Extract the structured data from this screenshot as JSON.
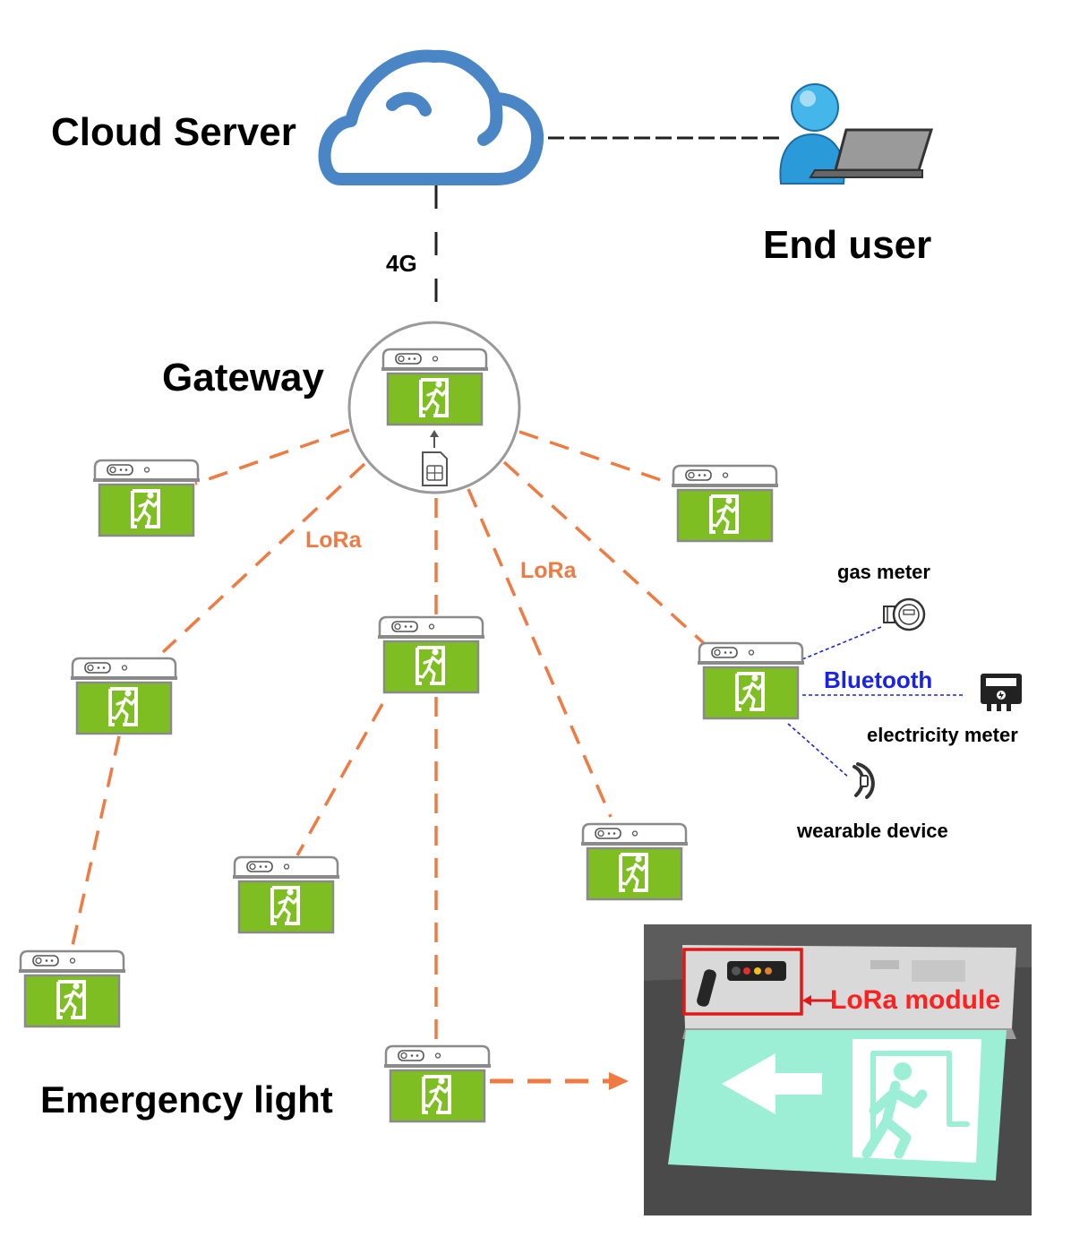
{
  "labels": {
    "cloud_server": "Cloud Server",
    "end_user": "End user",
    "four_g": "4G",
    "gateway": "Gateway",
    "lora_1": "LoRa",
    "lora_2": "LoRa",
    "gas_meter": "gas meter",
    "bluetooth": "Bluetooth",
    "electricity_meter": "electricity meter",
    "wearable_device": "wearable device",
    "emergency_light": "Emergency light",
    "lora_module": "LoRa module"
  },
  "colors": {
    "cloud": "#4a86c5",
    "lora_link": "#ef7a42",
    "bluetooth_link": "#1a22e8",
    "sign_green": "#7fbe22",
    "sign_frame": "#8a8a8a",
    "photo_highlight": "#e01818"
  },
  "icons": {
    "cloud": "cloud-icon",
    "user": "user-with-laptop-icon",
    "sim": "sim-card-icon",
    "gas": "gas-meter-icon",
    "electricity": "electricity-meter-icon",
    "wearable": "wearable-band-icon",
    "exit": "exit-sign-icon"
  }
}
